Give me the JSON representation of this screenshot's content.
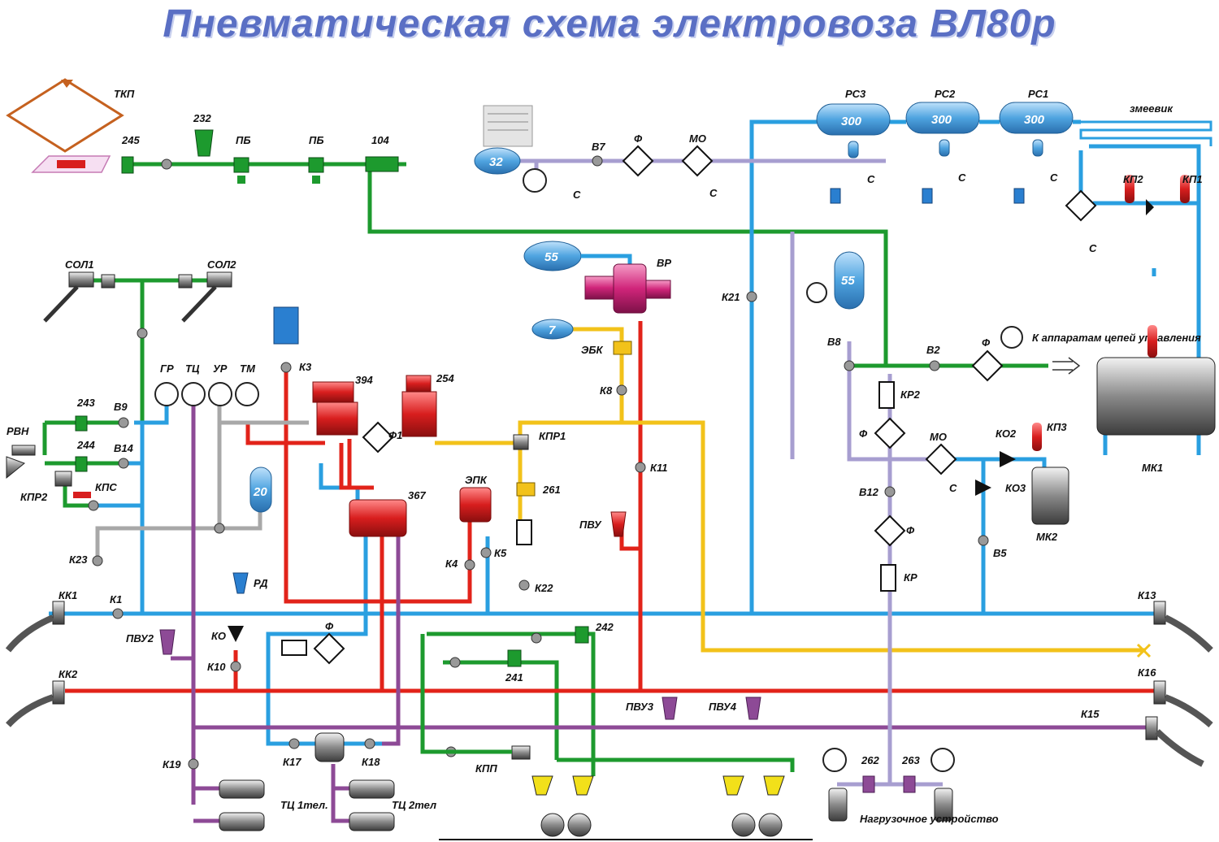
{
  "title": "Пневматическая схема электровоза ВЛ80р",
  "colors": {
    "pressure_main": "#2a9fe0",
    "control": "#1d9a2e",
    "brake_line": "#e2231a",
    "supply": "#f2c21a",
    "gray_line": "#a8a8a8",
    "cylinder_line": "#8d4a96",
    "lilac_line": "#a79ed0",
    "valve_red": "#d81e1e",
    "tank_blue": "#4fa4e0",
    "magenta": "#d0257a"
  },
  "labels": {
    "tkp": "ТКП",
    "n232": "232",
    "n245": "245",
    "pb1": "ПБ",
    "pb2": "ПБ",
    "n104": "104",
    "tank32": "32",
    "b7": "В7",
    "f_top": "Ф",
    "mo_top": "МО",
    "c_top1": "С",
    "c_top2": "С",
    "rs3": "РС3",
    "rs2": "РС2",
    "rs1": "РС1",
    "vol300a": "300",
    "vol300b": "300",
    "vol300c": "300",
    "zmeevik": "змеевик",
    "c_rs3": "С",
    "c_rs2": "С",
    "c_rs1": "С",
    "kp2": "КП2",
    "kp1": "КП1",
    "c_right": "С",
    "tank55a": "55",
    "vr": "ВР",
    "k21": "К21",
    "tank55b": "55",
    "sol1": "СОЛ1",
    "sol2": "СОЛ2",
    "tank7": "7",
    "ebk": "ЭБК",
    "k8": "К8",
    "b8": "В8",
    "b2": "В2",
    "f_b2": "Ф",
    "to_apparatus": "К аппаратам цепей управления",
    "gr": "ГР",
    "tc": "ТЦ",
    "ur": "УР",
    "tm": "ТМ",
    "k3": "К3",
    "n394": "394",
    "n254": "254",
    "kr2": "КР2",
    "n243": "243",
    "b9": "В9",
    "rvn": "РВН",
    "n244": "244",
    "b14": "В14",
    "kpr2": "КПР2",
    "kps": "КПС",
    "f1": "Ф1",
    "kpr1": "КПР1",
    "f_mid": "Ф",
    "mo_mid": "МО",
    "ko2": "КО2",
    "kp3": "КП3",
    "mk1": "МК1",
    "k11": "К11",
    "tank20": "20",
    "n367": "367",
    "epk": "ЭПК",
    "n261": "261",
    "c_mid": "С",
    "ko3": "КО3",
    "b12": "В12",
    "f_b12": "Ф",
    "pvu": "ПВУ",
    "mk2": "МК2",
    "k23": "К23",
    "k4": "К4",
    "k5": "К5",
    "b5": "В5",
    "rd": "РД",
    "kk1": "КК1",
    "k1": "К1",
    "k22": "К22",
    "kr": "КР",
    "k13": "К13",
    "pvu2": "ПВУ2",
    "ko": "КО",
    "f_low": "Ф",
    "n242": "242",
    "k10": "К10",
    "n241": "241",
    "kk2": "КК2",
    "k16": "К16",
    "pvu3": "ПВУ3",
    "pvu4": "ПВУ4",
    "k15": "К15",
    "k17": "К17",
    "k18": "К18",
    "n262": "262",
    "n263": "263",
    "k19": "К19",
    "kpp": "КПП",
    "tc1": "ТЦ 1тел.",
    "tc2": "ТЦ 2тел",
    "load_device": "Нагрузочное устройство"
  }
}
